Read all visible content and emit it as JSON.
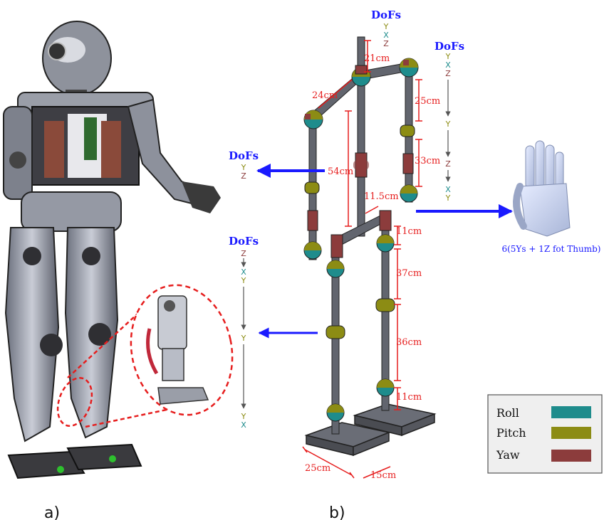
{
  "colors": {
    "roll": "#1e8c8c",
    "pitch": "#8c8c14",
    "yaw": "#8c3c3c",
    "dof_title": "#1a1aff",
    "dim": "#e61e1e",
    "arrow": "#1a1aff",
    "rod": "#62656e",
    "callout": "#e61e1e"
  },
  "panel_labels": {
    "a": "a)",
    "b": "b)"
  },
  "dofs_title": "DoFs",
  "dofs": {
    "head": [
      "Y",
      "X",
      "Z"
    ],
    "arm": [
      "Y",
      "X",
      "Z",
      "Y",
      "Z",
      "X",
      "Y"
    ],
    "waist": [
      "Y",
      "Z"
    ],
    "leg": [
      "Z",
      "X",
      "Y",
      "Y",
      "Y",
      "X"
    ]
  },
  "hand_caption": "6(5Ys + 1Z fot Thumb)",
  "dimensions": {
    "neck": "21cm",
    "shoulder": "24cm",
    "upper_arm": "25cm",
    "forearm": "33cm",
    "torso": "54cm",
    "hip": "11.5cm",
    "pelvis": "11cm",
    "thigh": "37cm",
    "shin": "36cm",
    "ankle": "11cm",
    "foot_length": "25cm",
    "foot_width": "15cm"
  },
  "legend": {
    "items": [
      {
        "label": "Roll",
        "color": "#1e8c8c"
      },
      {
        "label": "Pitch",
        "color": "#8c8c14"
      },
      {
        "label": "Yaw",
        "color": "#8c3c3c"
      }
    ]
  }
}
